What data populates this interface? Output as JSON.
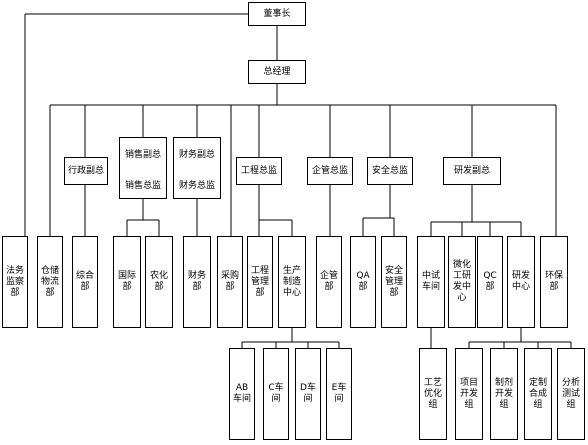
{
  "chart_data": {
    "type": "org-chart",
    "root": "董事长",
    "general_manager": "总经理",
    "nodes": {
      "chairman": "董事长",
      "gm": "总经理",
      "admin_vp": "行政副总",
      "sales_vp": "销售副总",
      "sales_dir": "销售总监",
      "fin_vp": "财务副总",
      "fin_dir": "财务总监",
      "eng_dir": "工程总监",
      "ent_dir": "企管总监",
      "safety_dir": "安全总监",
      "rd_vp": "研发副总",
      "legal": "法务监察部",
      "warehouse": "仓储物流部",
      "general": "综合部",
      "intl": "国际部",
      "agro": "农化部",
      "finance": "财务部",
      "purchase": "采购部",
      "eng_mgmt": "工程管理部",
      "prod_center": "生产制造中心",
      "ent_mgmt": "企管部",
      "qa": "QA部",
      "safety_mgmt": "安全管理部",
      "pilot": "中试车间",
      "microchem": "微化工研发中心",
      "qc": "QC部",
      "rd_center": "研发中心",
      "env": "环保部",
      "ab_ws": "AB车间",
      "c_ws": "C车间",
      "d_ws": "D车间",
      "e_ws": "E车间",
      "process": "工艺优化组",
      "project": "项目开发组",
      "formulation": "制剂开发组",
      "custom": "定制合成组",
      "analysis": "分析测试组"
    }
  }
}
